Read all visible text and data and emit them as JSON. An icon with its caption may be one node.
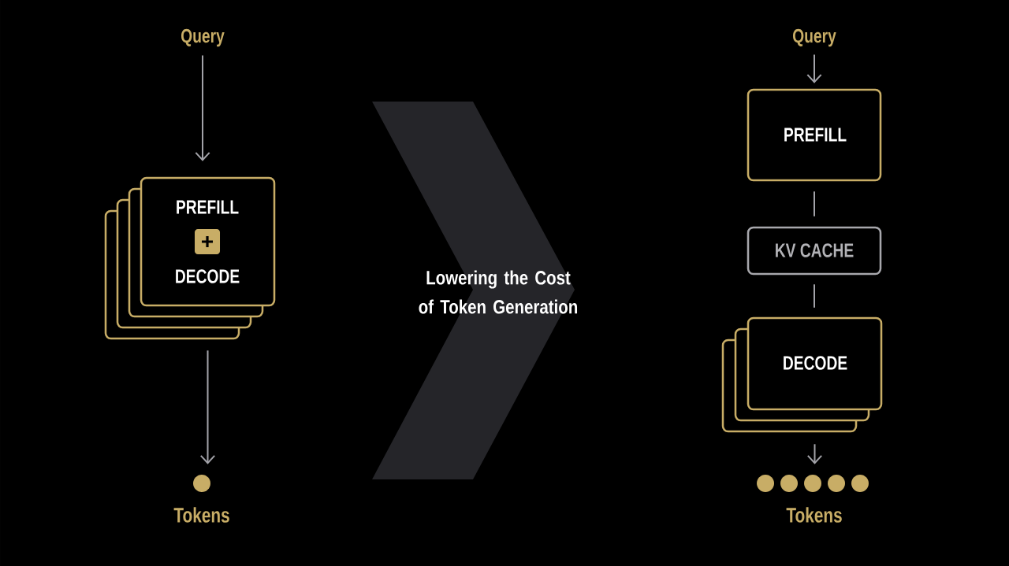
{
  "diagram": {
    "nodes": [
      {
        "text": [
          "Query"
        ]
      },
      {
        "text": [
          "PREFILL",
          "DECODE"
        ]
      },
      {
        "text": [],
        "shape": "circle"
      },
      {
        "text": [
          "Lowering the Cost of Token Generation"
        ]
      },
      {
        "text": [
          "Query"
        ]
      },
      {
        "text": [
          "PREFILL"
        ]
      },
      {
        "text": [
          "KV CACHE"
        ]
      },
      {
        "text": [
          "DECODE"
        ]
      },
      {
        "text": [],
        "shape": "circle"
      },
      {
        "text": [],
        "shape": "circle"
      },
      {
        "text": [],
        "shape": "circle"
      },
      {
        "text": [],
        "shape": "circle"
      },
      {
        "text": [],
        "shape": "circle"
      }
    ],
    "edges": [
      {
        "from": 0,
        "to": 1,
        "arrow": "to"
      },
      {
        "from": 1,
        "to": 2,
        "arrow": "to"
      },
      {
        "from": 4,
        "to": 5,
        "arrow": "to"
      },
      {
        "from": 5,
        "to": 6,
        "arrow": "none"
      },
      {
        "from": 6,
        "to": 7,
        "arrow": "none"
      },
      {
        "from": 7,
        "to": 10,
        "arrow": "to"
      }
    ],
    "labels": [
      "Tokens",
      "Tokens"
    ]
  }
}
